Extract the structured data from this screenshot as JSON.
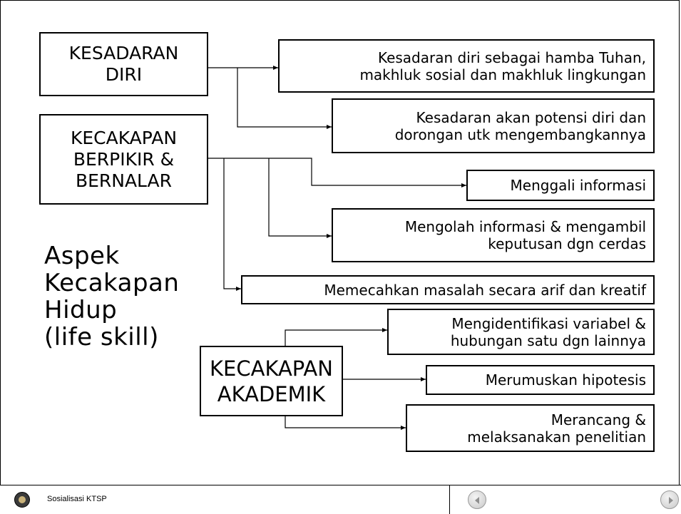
{
  "aspect_title": "Aspek\nKecakapan\nHidup\n(life skill)",
  "categories": {
    "kesadaran_diri": "KESADARAN\nDIRI",
    "kecakapan_berpikir": "KECAKAPAN\nBERPIKIR &\nBERNALAR",
    "kecakapan_akademik": "KECAKAPAN\nAKADEMIK"
  },
  "items": {
    "hamba_tuhan": "Kesadaran diri  sebagai hamba Tuhan,\nmakhluk sosial dan makhluk lingkungan",
    "potensi_diri": "Kesadaran akan potensi diri dan\ndorongan utk mengembangkannya",
    "menggali": "Menggali informasi",
    "mengolah": "Mengolah informasi & mengambil\nkeputusan dgn cerdas",
    "memecahkan": "Memecahkan masalah secara arif dan kreatif",
    "mengidentifikasi": "Mengidentifikasi variabel &\nhubungan satu dgn lainnya",
    "merumuskan": "Merumuskan hipotesis",
    "merancang": "Merancang &\nmelaksanakan penelitian"
  },
  "footer": {
    "text": "Sosialisasi KTSP",
    "prev_icon": "previous-arrow-icon",
    "next_icon": "next-arrow-icon",
    "logo_icon": "ministry-emblem-icon"
  }
}
